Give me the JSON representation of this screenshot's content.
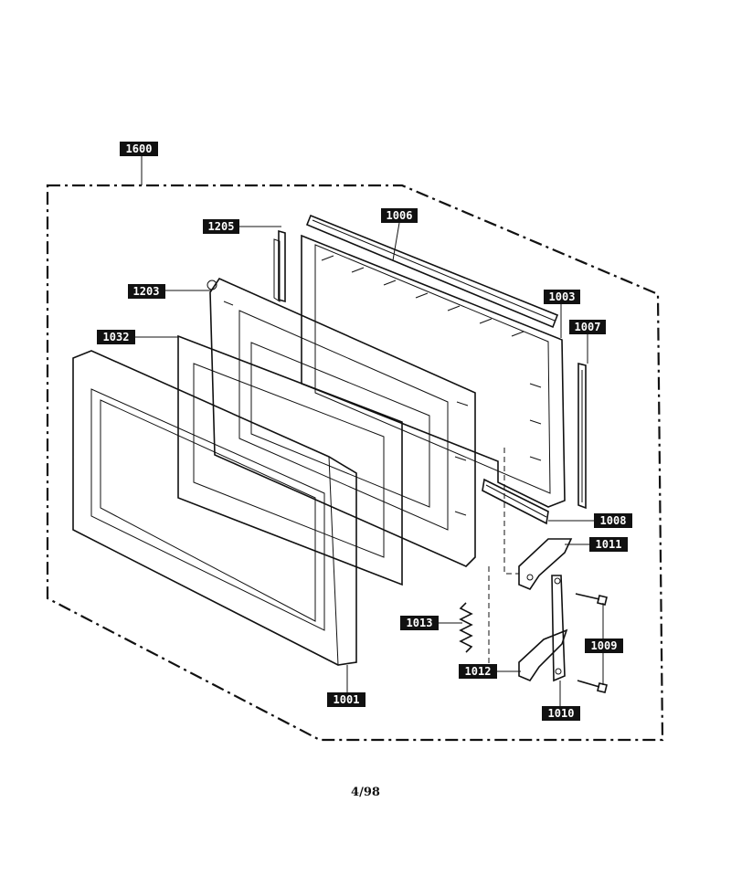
{
  "diagram": {
    "colors": {
      "ink": "#111111",
      "label_bg": "#111111",
      "label_text": "#ffffff",
      "paper": "#ffffff"
    },
    "callouts": [
      {
        "id": "assembly",
        "text": "1600"
      },
      {
        "id": "c1205",
        "text": "1205"
      },
      {
        "id": "c1006",
        "text": "1006"
      },
      {
        "id": "c1203",
        "text": "1203"
      },
      {
        "id": "c1003",
        "text": "1003"
      },
      {
        "id": "c1032",
        "text": "1032"
      },
      {
        "id": "c1007",
        "text": "1007"
      },
      {
        "id": "c1008",
        "text": "1008"
      },
      {
        "id": "c1011",
        "text": "1011"
      },
      {
        "id": "c1013",
        "text": "1013"
      },
      {
        "id": "c1009",
        "text": "1009"
      },
      {
        "id": "c1012",
        "text": "1012"
      },
      {
        "id": "c1010",
        "text": "1010"
      },
      {
        "id": "c1001",
        "text": "1001"
      }
    ]
  },
  "footer": {
    "page": "4/98"
  }
}
